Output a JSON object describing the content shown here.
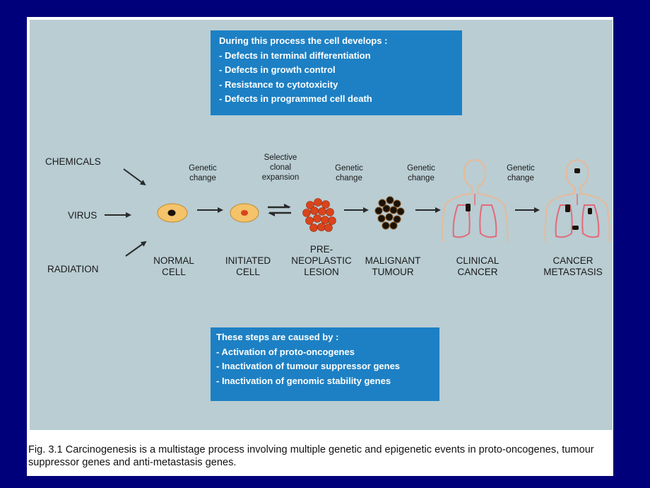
{
  "top_box": {
    "heading": "During this process the cell develops :",
    "items": [
      "- Defects in terminal differentiation",
      "- Defects in growth control",
      "- Resistance to cytotoxicity",
      "- Defects in programmed cell death"
    ]
  },
  "bottom_box": {
    "heading": "These steps are caused by :",
    "items": [
      "- Activation of proto-oncogenes",
      "- Inactivation of tumour suppressor genes",
      "- Inactivation of genomic stability genes"
    ]
  },
  "agents": [
    "CHEMICALS",
    "VIRUS",
    "RADIATION"
  ],
  "transitions": [
    [
      "Genetic",
      "change"
    ],
    [
      "Selective",
      "clonal",
      "expansion"
    ],
    [
      "Genetic",
      "change"
    ],
    [
      "Genetic",
      "change"
    ],
    [
      "Genetic",
      "change"
    ]
  ],
  "stages": [
    [
      "NORMAL",
      "CELL"
    ],
    [
      "INITIATED",
      "CELL"
    ],
    [
      "PRE-",
      "NEOPLASTIC",
      "LESION"
    ],
    [
      "MALIGNANT",
      "TUMOUR"
    ],
    [
      "CLINICAL",
      "CANCER"
    ],
    [
      "CANCER",
      "METASTASIS"
    ]
  ],
  "caption": {
    "fig_label": "Fig. 3.1",
    "text": " Carcinogenesis is a multistage process involving multiple genetic and epigenetic events in proto-oncogenes, tumour suppressor genes and anti-metastasis genes."
  },
  "colors": {
    "background": "#00007a",
    "figure_bg": "#b9cdd3",
    "box_blue": "#1d80c4",
    "cell_fill": "#f4c36a",
    "preneoplastic": "#d9441b",
    "malignant": "#1a1208",
    "body_outline": "#e8b996",
    "lungs": "#e36a78"
  }
}
